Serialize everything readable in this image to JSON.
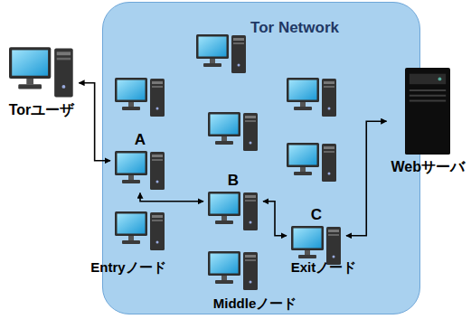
{
  "diagram": {
    "nodes": [
      {
        "text": [
          "Tor Network"
        ]
      },
      {
        "text": [
          "Torユーザ"
        ]
      },
      {
        "text": [
          "A"
        ],
        "in": 0
      },
      {
        "text": [
          "B"
        ],
        "in": 0
      },
      {
        "text": [
          "C"
        ],
        "in": 0
      },
      {
        "text": [
          "Webサーバ"
        ]
      }
    ],
    "edges": [
      {
        "from": 1,
        "to": 2,
        "arrow": "both"
      },
      {
        "from": 2,
        "to": 3,
        "arrow": "both"
      },
      {
        "from": 3,
        "to": 4,
        "arrow": "both"
      },
      {
        "from": 4,
        "to": 5,
        "arrow": "both"
      }
    ],
    "labels": [
      "Entryノード",
      "Middleノード",
      "Exitノード"
    ]
  }
}
